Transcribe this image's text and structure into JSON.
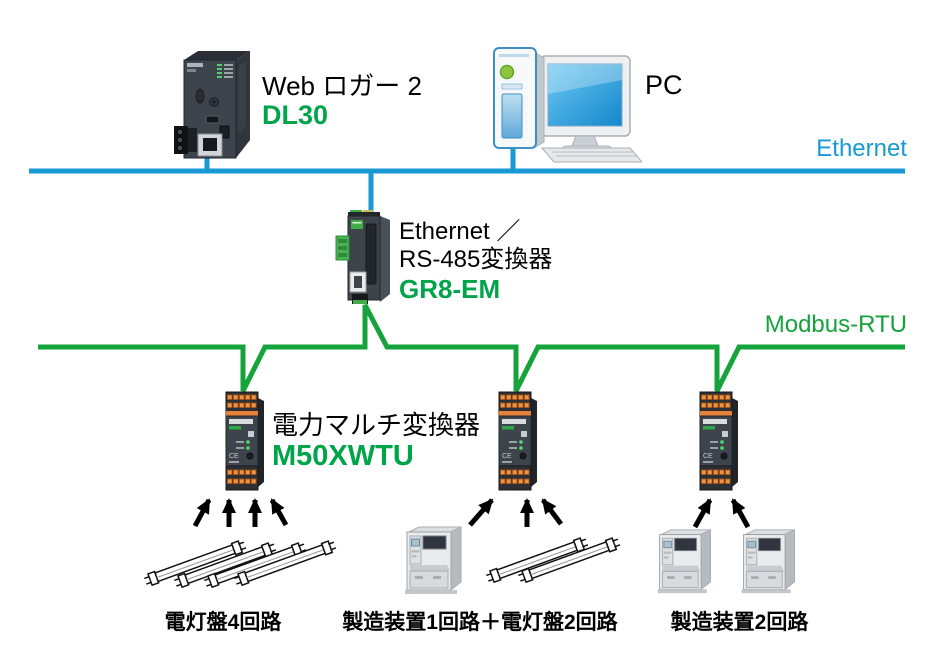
{
  "colors": {
    "ethernet_blue": "#1899D4",
    "modbus_green": "#15A33C",
    "accent_green": "#00A449",
    "text_black": "#000000"
  },
  "buses": {
    "ethernet": {
      "label": "Ethernet"
    },
    "modbus": {
      "label": "Modbus-RTU"
    }
  },
  "devices": {
    "web_logger": {
      "name": "Web ロガー 2",
      "model": "DL30"
    },
    "pc": {
      "label": "PC"
    },
    "gr8": {
      "name_line1": "Ethernet ／",
      "name_line2": "RS-485変換器",
      "model": "GR8-EM"
    },
    "m50": {
      "name": "電力マルチ変換器",
      "model": "M50XWTU",
      "unit_count": 3
    }
  },
  "loads": [
    {
      "label": "電灯盤4回路",
      "lamp_count": 4,
      "machine_count": 0,
      "arrow_count": 4
    },
    {
      "label": "製造装置1回路＋電灯盤2回路",
      "lamp_count": 2,
      "machine_count": 1,
      "arrow_count": 3
    },
    {
      "label": "製造装置2回路",
      "lamp_count": 0,
      "machine_count": 2,
      "arrow_count": 2
    }
  ]
}
